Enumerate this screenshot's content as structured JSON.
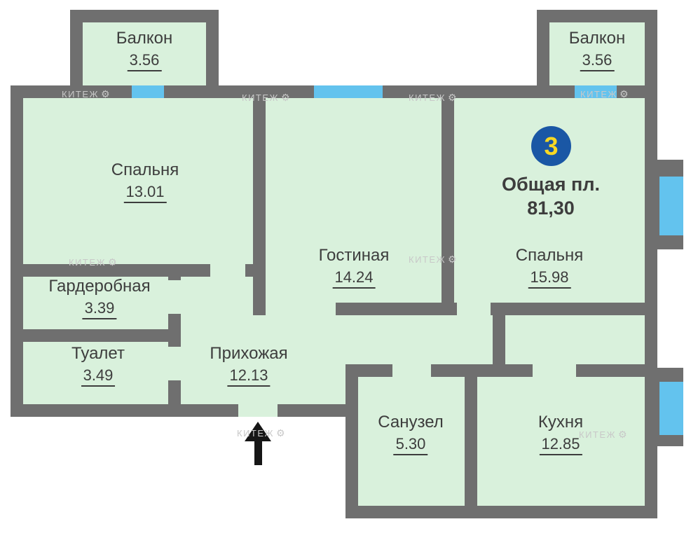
{
  "floorplan": {
    "badge": {
      "rooms_count": "3"
    },
    "total": {
      "label": "Общая пл.",
      "value": "81,30"
    },
    "watermark": "КИТЕЖ",
    "icons": {
      "gear": "⚙",
      "entrance_arrow": "▲"
    },
    "colors": {
      "wall": "#6f6f6f",
      "room": "#d9f1dc",
      "window": "#63c3ee",
      "badge_bg": "#1a57a5",
      "badge_text": "#f7d823",
      "text": "#3d3d3d",
      "watermark": "#c8c8c8"
    },
    "rooms": {
      "balcony_left": {
        "name": "Балкон",
        "area": "3.56"
      },
      "balcony_right": {
        "name": "Балкон",
        "area": "3.56"
      },
      "bedroom_1": {
        "name": "Спальня",
        "area": "13.01"
      },
      "living": {
        "name": "Гостиная",
        "area": "14.24"
      },
      "bedroom_2": {
        "name": "Спальня",
        "area": "15.98"
      },
      "wardrobe": {
        "name": "Гардеробная",
        "area": "3.39"
      },
      "toilet": {
        "name": "Туалет",
        "area": "3.49"
      },
      "hallway": {
        "name": "Прихожая",
        "area": "12.13"
      },
      "bathroom": {
        "name": "Санузел",
        "area": "5.30"
      },
      "kitchen": {
        "name": "Кухня",
        "area": "12.85"
      }
    }
  }
}
